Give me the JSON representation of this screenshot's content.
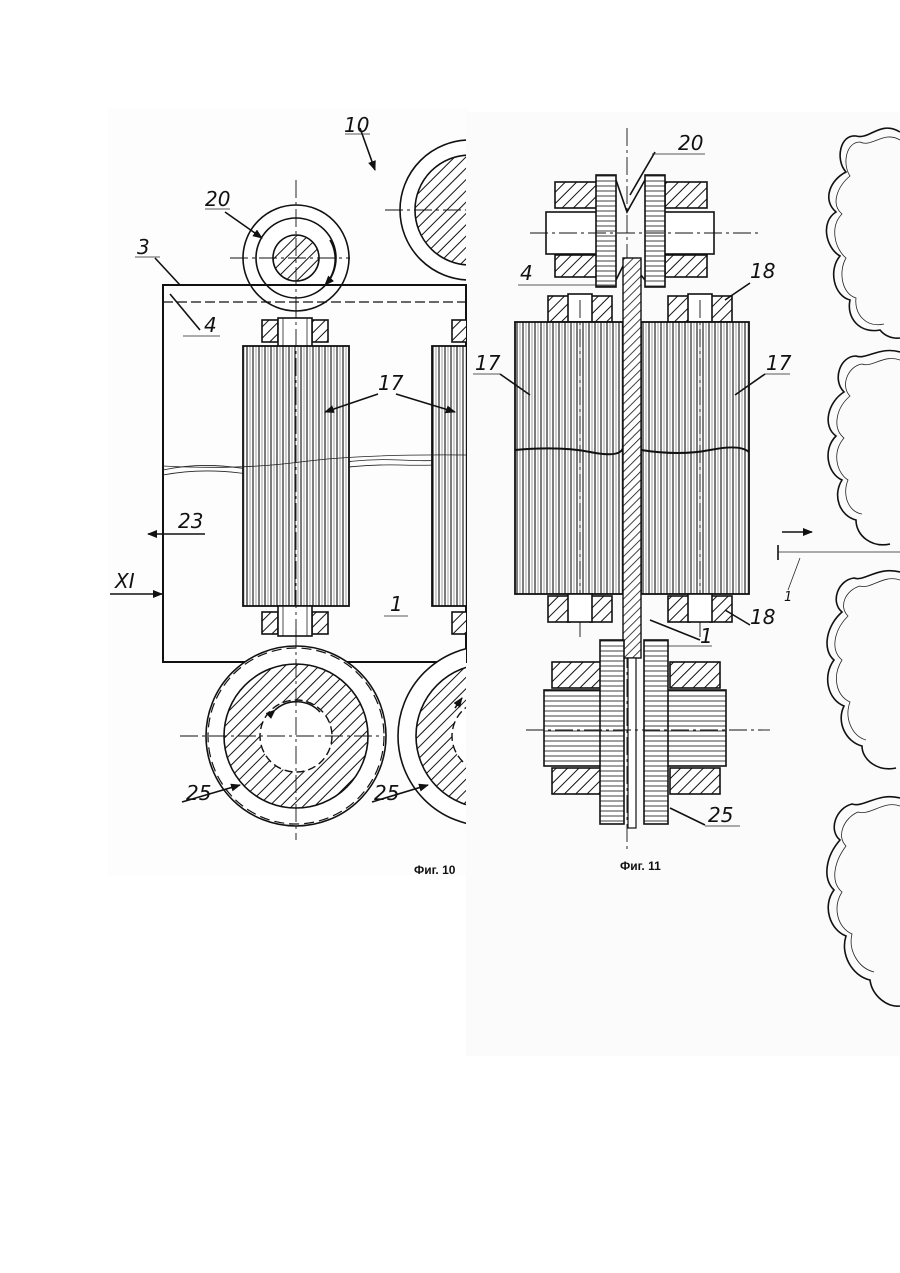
{
  "figures": [
    {
      "caption": "Фиг. 10",
      "labels": {
        "assembly": "10",
        "feed_roller": "20",
        "frame": "3",
        "edge": "4",
        "rollers": "17",
        "outlet": "23",
        "section_mark": "XI",
        "strip": "1",
        "drive_wheel_left": "25",
        "drive_wheel_right": "25"
      }
    },
    {
      "caption": "Фиг. 11",
      "labels": {
        "feed_rollers": "20",
        "edge": "4",
        "bearing_top": "18",
        "roller_left": "17",
        "roller_right": "17",
        "strip": "1",
        "bearing_bottom": "18",
        "drive_wheels": "25"
      }
    },
    {
      "caption": "",
      "labels": {
        "strip": "1"
      }
    }
  ]
}
